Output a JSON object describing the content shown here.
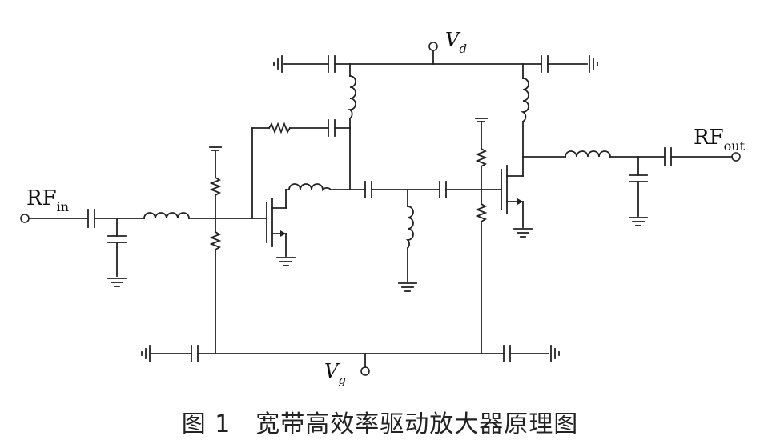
{
  "labels": {
    "rf_in": "RF",
    "rf_in_sub": "in",
    "rf_out": "RF",
    "rf_out_sub": "out",
    "vd": "V",
    "vd_sub": "d",
    "vg": "V",
    "vg_sub": "g"
  },
  "caption": "图 1　宽带高效率驱动放大器原理图"
}
